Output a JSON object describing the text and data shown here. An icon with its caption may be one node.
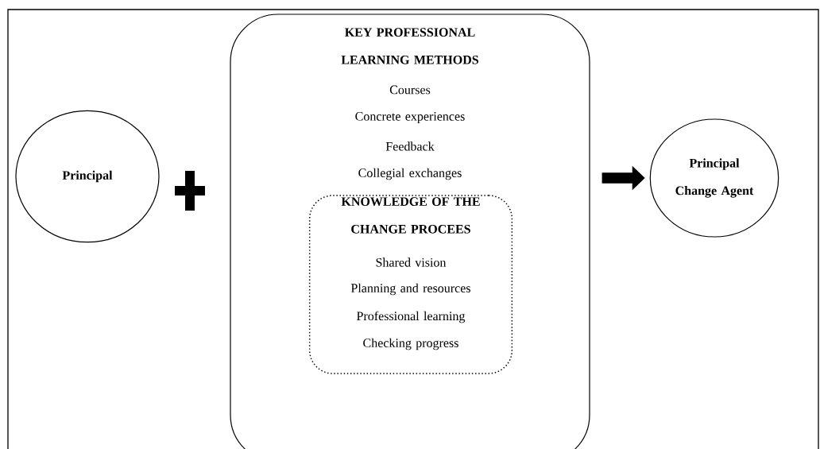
{
  "diagram": {
    "nodes": [
      {
        "text": [
          "Principal"
        ]
      },
      {
        "text": [
          "KEY PROFESSIONAL LEARNING METHODS",
          "Courses",
          "Concrete experiences",
          "Feedback",
          "Collegial exchanges"
        ]
      },
      {
        "text": [
          "KNOWLEDGE OF THE CHANGE PROCEES",
          "Shared vision",
          "Planning and resources",
          "Professional learning",
          "Checking progress"
        ],
        "in": 1
      },
      {
        "text": [
          "Principal Change Agent"
        ]
      }
    ],
    "edges": [
      {
        "from": 1,
        "to": 3,
        "arrow": "to"
      }
    ]
  }
}
